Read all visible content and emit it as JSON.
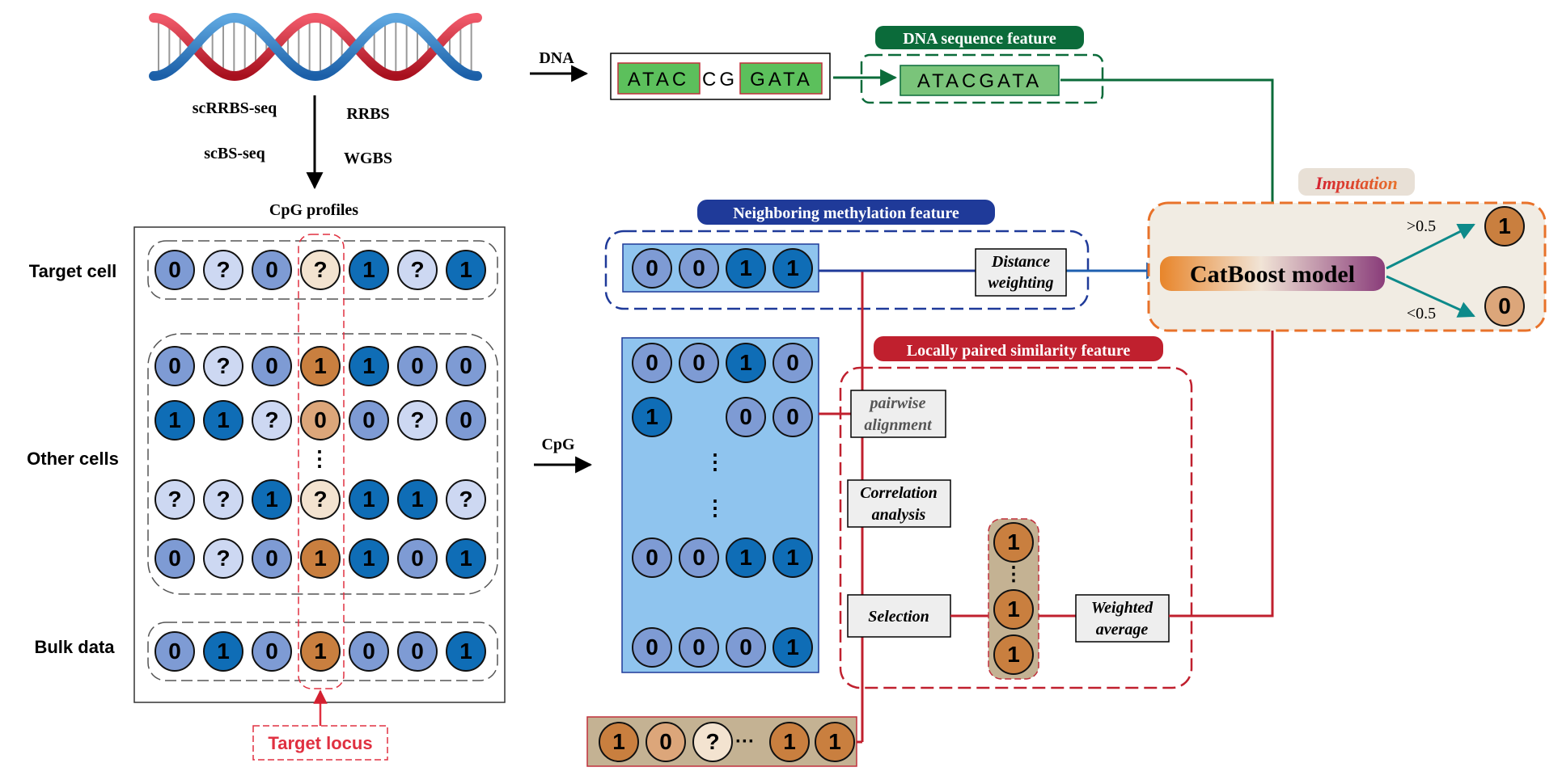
{
  "colors": {
    "c0": "#7e9bd4",
    "c1": "#0f6db6",
    "cq": "#cdd8f2",
    "m1": "#c97f3f",
    "m0": "#dca67a",
    "mq": "#f3e3d0",
    "red": "#d42030",
    "blue": "#1f3a99",
    "green": "#0b6b3a",
    "orange": "#e8722a"
  },
  "dna": {
    "methods_sc": [
      "scRRBS-seq",
      "scBS-seq"
    ],
    "methods_bulk": [
      "RRBS",
      "WGBS"
    ],
    "profiles_label": "CpG profiles"
  },
  "matrix": {
    "row_labels": {
      "target": "Target cell",
      "other": "Other cells",
      "bulk": "Bulk data"
    },
    "target_row": [
      "0",
      "?",
      "0",
      "?",
      "1",
      "?",
      "1"
    ],
    "other_rows": [
      [
        "0",
        "?",
        "0",
        "1",
        "1",
        "0",
        "0"
      ],
      [
        "1",
        "1",
        "?",
        "0",
        "0",
        "?",
        "0"
      ],
      [
        "?",
        "?",
        "1",
        "?",
        "1",
        "1",
        "?"
      ],
      [
        "0",
        "?",
        "0",
        "1",
        "1",
        "0",
        "1"
      ]
    ],
    "target_col": 3,
    "bulk_row": [
      "0",
      "1",
      "0",
      "1",
      "0",
      "0",
      "1"
    ],
    "vdots": "⋮",
    "target_locus_label": "Target locus"
  },
  "arrows": {
    "dna_label": "DNA",
    "cpg_label": "CpG"
  },
  "sequence": {
    "left_flank": "ATAC",
    "middle": "CG",
    "right_flank": "GATA",
    "joined": "ATACGATA",
    "feature_title": "DNA sequence feature"
  },
  "neighbor": {
    "title": "Neighboring methylation feature",
    "values": [
      "0",
      "0",
      "1",
      "1"
    ],
    "distance_label_1": "Distance",
    "distance_label_2": "weighting"
  },
  "cpg_block": {
    "rows": [
      [
        "0",
        "0",
        "1",
        "0"
      ],
      [
        "1",
        "",
        "0",
        "0"
      ],
      [
        "0",
        "0",
        "1",
        "1"
      ],
      [
        "0",
        "0",
        "0",
        "1"
      ]
    ],
    "dots": [
      "⋮",
      "⋮"
    ]
  },
  "bottom_row": {
    "values": [
      "1",
      "0",
      "?",
      "1",
      "1"
    ],
    "ellipsis": "···"
  },
  "local": {
    "title": "Locally paired similarity feature",
    "pairwise_1": "pairwise",
    "pairwise_2": "alignment",
    "corr_1": "Correlation",
    "corr_2": "analysis",
    "selection": "Selection",
    "selected": [
      "1",
      "1",
      "1"
    ],
    "selected_dots": "⋮",
    "weighted_1": "Weighted",
    "weighted_2": "average"
  },
  "model": {
    "imputation": "Imputation",
    "name": "CatBoost model",
    "gt": ">0.5",
    "lt": "<0.5",
    "out_hi": "1",
    "out_lo": "0"
  }
}
